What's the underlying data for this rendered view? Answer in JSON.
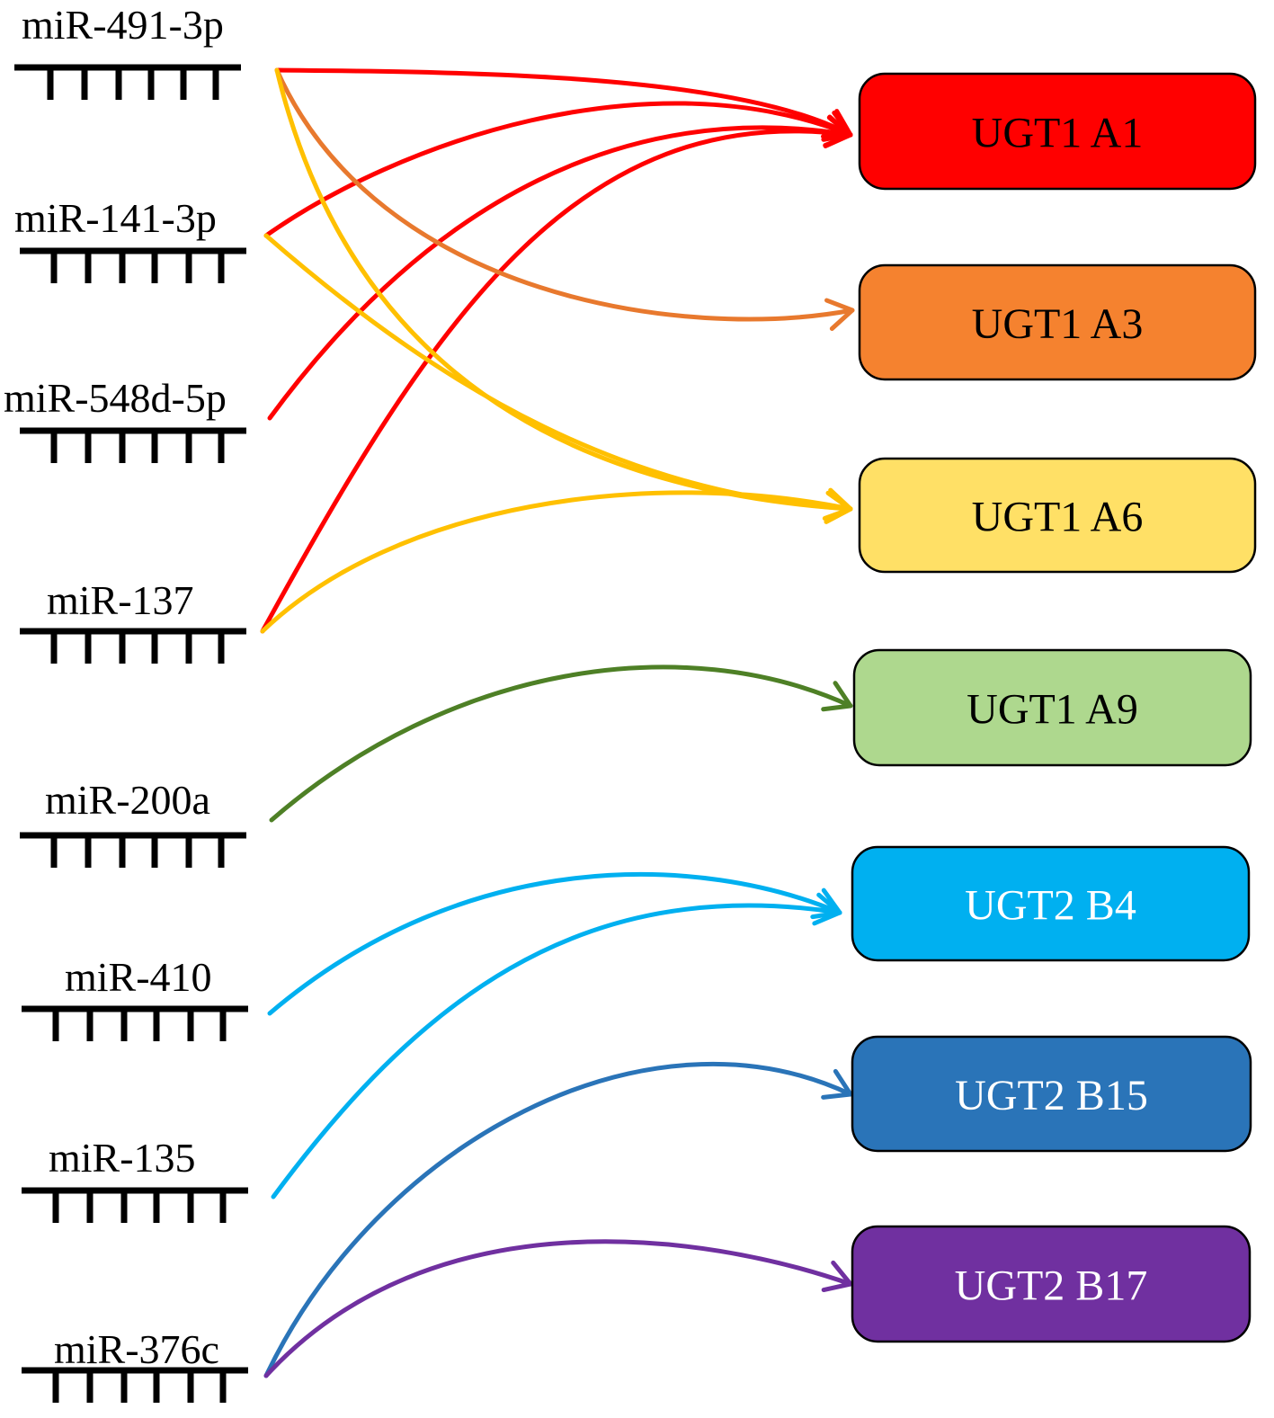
{
  "mirnas": [
    {
      "id": "mir491",
      "label": "miR-491-3p"
    },
    {
      "id": "mir141",
      "label": "miR-141-3p"
    },
    {
      "id": "mir548",
      "label": "miR-548d-5p"
    },
    {
      "id": "mir137",
      "label": "miR-137"
    },
    {
      "id": "mir200a",
      "label": "miR-200a"
    },
    {
      "id": "mir410",
      "label": "miR-410"
    },
    {
      "id": "mir135",
      "label": "miR-135"
    },
    {
      "id": "mir376c",
      "label": "miR-376c"
    }
  ],
  "genes": [
    {
      "id": "a1",
      "label": "UGT1 A1",
      "fill": "#FF0000",
      "text_color": "#000000"
    },
    {
      "id": "a3",
      "label": "UGT1 A3",
      "fill": "#F5822F",
      "text_color": "#000000"
    },
    {
      "id": "a6",
      "label": "UGT1 A6",
      "fill": "#FFE066",
      "text_color": "#000000"
    },
    {
      "id": "a9",
      "label": "UGT1 A9",
      "fill": "#AED88E",
      "text_color": "#000000"
    },
    {
      "id": "b4",
      "label": "UGT2 B4",
      "fill": "#00B0F0",
      "text_color": "#FFFFFF"
    },
    {
      "id": "b15",
      "label": "UGT2 B15",
      "fill": "#2A74B8",
      "text_color": "#FFFFFF"
    },
    {
      "id": "b17",
      "label": "UGT2 B17",
      "fill": "#7030A0",
      "text_color": "#FFFFFF"
    }
  ],
  "links": [
    {
      "from": "mir491",
      "to": "a1",
      "color": "#FF0000"
    },
    {
      "from": "mir141",
      "to": "a1",
      "color": "#FF0000"
    },
    {
      "from": "mir548",
      "to": "a1",
      "color": "#FF0000"
    },
    {
      "from": "mir137",
      "to": "a1",
      "color": "#FF0000"
    },
    {
      "from": "mir491",
      "to": "a3",
      "color": "#E8792E"
    },
    {
      "from": "mir491",
      "to": "a6",
      "color": "#FFC000"
    },
    {
      "from": "mir141",
      "to": "a6",
      "color": "#FFC000"
    },
    {
      "from": "mir137",
      "to": "a6",
      "color": "#FFC000"
    },
    {
      "from": "mir200a",
      "to": "a9",
      "color": "#4E8026"
    },
    {
      "from": "mir410",
      "to": "b4",
      "color": "#00B0F0"
    },
    {
      "from": "mir135",
      "to": "b4",
      "color": "#00B0F0"
    },
    {
      "from": "mir376c",
      "to": "b15",
      "color": "#2A74B8"
    },
    {
      "from": "mir376c",
      "to": "b17",
      "color": "#7030A0"
    }
  ]
}
